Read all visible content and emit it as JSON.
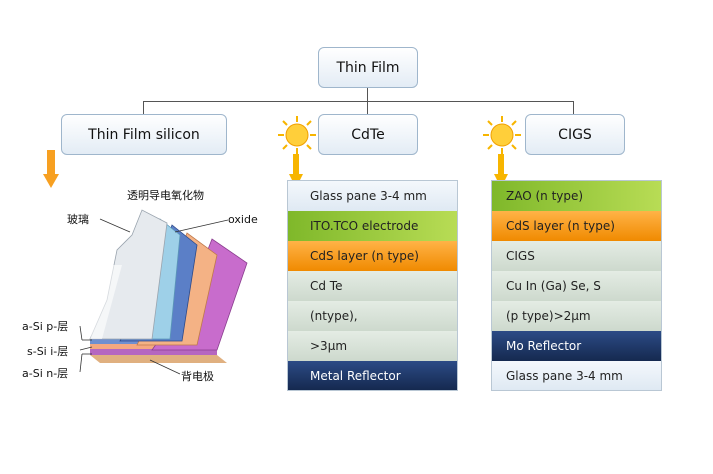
{
  "tree": {
    "root": "Thin Film",
    "children": [
      "Thin Film silicon",
      "CdTe",
      "CIGS"
    ]
  },
  "silicon_diagram": {
    "top_label": "透明导电氧化物",
    "glass_label": "玻璃",
    "oxide_label": "oxide",
    "p_layer_label": "a-Si p-层",
    "i_layer_label": "s-Si i-层",
    "n_layer_label": "a-Si n-层",
    "back_electrode_label": "背电极"
  },
  "cdte_stack": [
    {
      "text": "Glass pane 3-4 mm",
      "style": "glass"
    },
    {
      "text": "ITO.TCO electrode",
      "style": "green"
    },
    {
      "text": "CdS layer (n type)",
      "style": "orange"
    },
    {
      "text": "Cd Te",
      "style": "gray"
    },
    {
      "text": "(ntype),",
      "style": "gray"
    },
    {
      "text": ">3μm",
      "style": "gray"
    },
    {
      "text": "Metal Reflector",
      "style": "navy"
    }
  ],
  "cigs_stack": [
    {
      "text": "ZAO (n type)",
      "style": "green"
    },
    {
      "text": "CdS layer (n type)",
      "style": "orange"
    },
    {
      "text": "CIGS",
      "style": "gray"
    },
    {
      "text": "Cu In (Ga) Se, S",
      "style": "gray"
    },
    {
      "text": "(p type)>2μm",
      "style": "gray"
    },
    {
      "text": "Mo Reflector",
      "style": "navy"
    },
    {
      "text": "Glass pane 3-4 mm",
      "style": "glass"
    }
  ],
  "colors": {
    "green": "#9ccc3f",
    "orange": "#f7a021",
    "navy": "#1f3a6e",
    "glass": "#e8f0f8",
    "gray": "#d8e3d8"
  },
  "icons": [
    "sun-icon",
    "down-arrow-icon"
  ]
}
